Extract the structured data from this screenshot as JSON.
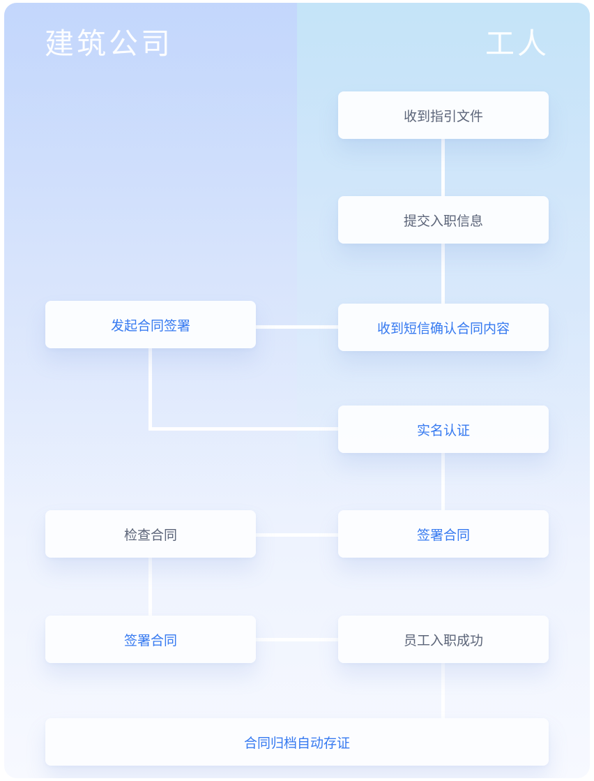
{
  "lanes": {
    "left_title": "建筑公司",
    "right_title": "工人"
  },
  "colors": {
    "text_gray": "#5b6478",
    "text_blue": "#3579f0",
    "lane_left_top": "#c9dcfb",
    "lane_right_top": "#c4e4f8"
  },
  "nodes": {
    "receive_guide": "收到指引文件",
    "submit_info": "提交入职信息",
    "start_signing": "发起合同签署",
    "sms_confirm": "收到短信确认合同内容",
    "real_name_auth": "实名认证",
    "check_contract": "检查合同",
    "worker_sign_contract": "签署合同",
    "company_sign_contract": "签署合同",
    "onboard_success": "员工入职成功",
    "archive": "合同归档自动存证"
  }
}
